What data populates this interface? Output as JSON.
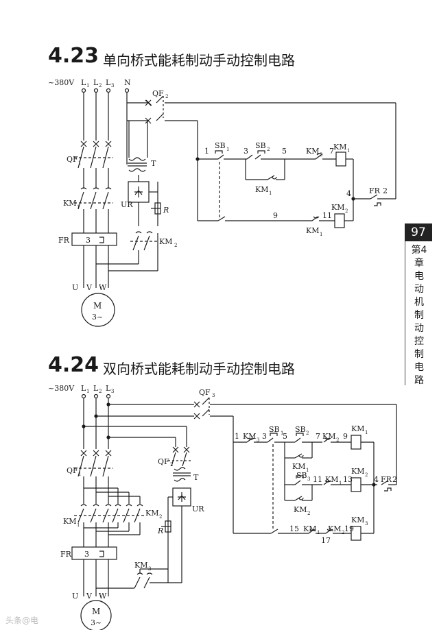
{
  "page": {
    "number": "97",
    "chapter_text": "第4章 电动机制动控制电路",
    "watermark": "头条@电"
  },
  "section1": {
    "number": "4.23",
    "title": "单向桥式能耗制动手动控制电路",
    "labels": {
      "voltage": "~380V",
      "L1": "L",
      "L2": "L",
      "L3": "L",
      "N": "N",
      "QF2": "QF",
      "QF1": "QF",
      "T": "T",
      "UR": "UR",
      "R": "R",
      "KM1": "KM",
      "KM2": "KM",
      "FR": "FR",
      "FR_val": "3",
      "U1": "U",
      "V1": "V",
      "W1": "W",
      "motor_M": "M",
      "motor_3": "3~",
      "n1": "1",
      "SB1": "SB",
      "n3": "3",
      "SB2": "SB",
      "n5": "5",
      "KM2_c": "KM",
      "n7": "7",
      "KM1_coil": "KM",
      "KM1_hold": "KM",
      "n4": "4",
      "FR_c": "FR",
      "n2": "2",
      "n9": "9",
      "KM1_c": "KM",
      "n11": "11",
      "KM2_coil": "KM"
    }
  },
  "section2": {
    "number": "4.24",
    "title": "双向桥式能耗制动手动控制电路",
    "labels": {
      "voltage": "~380V",
      "L1": "L",
      "L2": "L",
      "L3": "L",
      "QF3": "QF",
      "QF1": "QF",
      "QF2": "QF",
      "T": "T",
      "UR": "UR",
      "R": "R",
      "KM1": "KM",
      "KM2": "KM",
      "KM3": "KM",
      "FR": "FR",
      "FR_val": "3",
      "U1": "U",
      "V1": "V",
      "W1": "W",
      "motor_M": "M",
      "motor_3": "3~",
      "n1": "1",
      "KM3_c": "KM",
      "n3": "3",
      "SB1": "SB",
      "n5": "5",
      "SB2": "SB",
      "n7": "7",
      "KM2_c1": "KM",
      "n9": "9",
      "KM1_coil": "KM",
      "KM1_hold": "KM",
      "SB3": "SB",
      "n11": "11",
      "KM1_c": "KM",
      "n13": "13",
      "KM2_coil": "KM",
      "KM2_hold": "KM",
      "n4": "4",
      "FR_c": "FR",
      "n2": "2",
      "n15": "15",
      "KM1_c2": "KM",
      "KM2_c2": "KM",
      "n17": "17",
      "n19": "19",
      "KM3_coil": "KM"
    }
  }
}
